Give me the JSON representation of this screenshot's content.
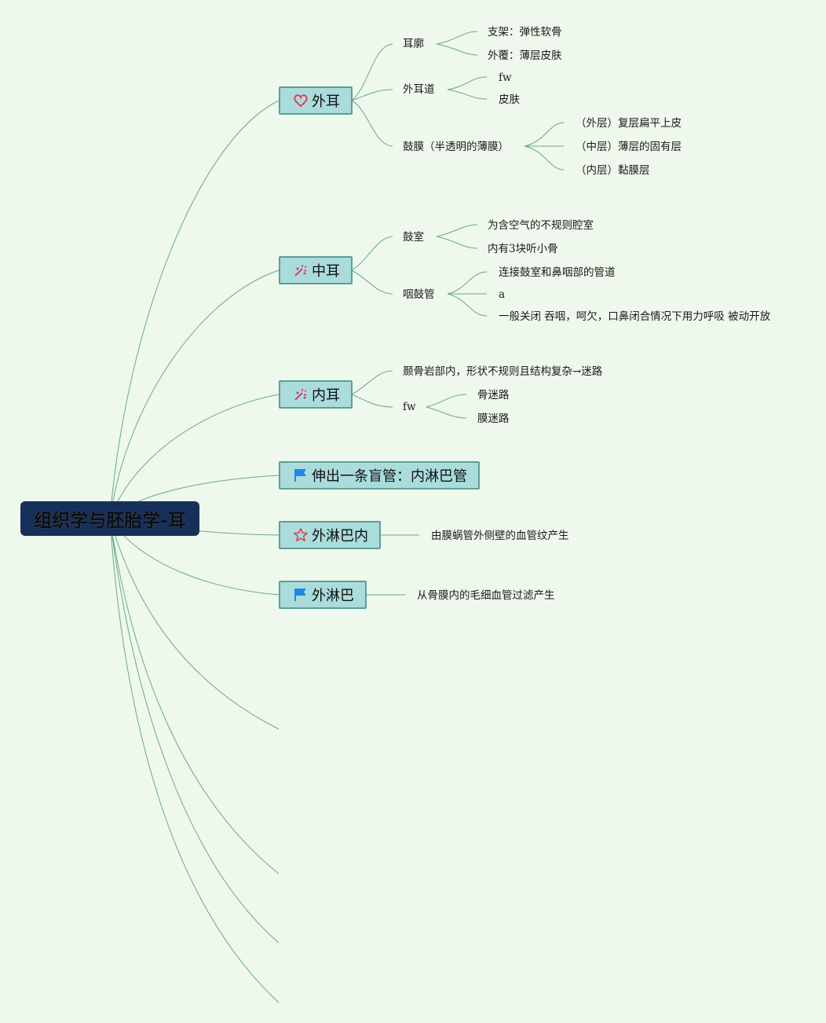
{
  "root": {
    "label": "组织学与胚胎学-耳"
  },
  "branches": [
    {
      "label": "外耳",
      "icon": "heart-icon",
      "children": [
        {
          "label": "耳廓",
          "children": [
            {
              "label": "支架：弹性软骨"
            },
            {
              "label": "外覆：薄层皮肤"
            }
          ]
        },
        {
          "label": "外耳道",
          "children": [
            {
              "label": "fw"
            },
            {
              "label": "皮肤"
            }
          ]
        },
        {
          "label": "鼓膜（半透明的薄膜）",
          "children": [
            {
              "label": "（外层）复层扁平上皮"
            },
            {
              "label": "（中层）薄层的固有层"
            },
            {
              "label": "（内层）黏膜层"
            }
          ]
        }
      ]
    },
    {
      "label": "中耳",
      "icon": "sparkle-icon",
      "children": [
        {
          "label": "鼓室",
          "children": [
            {
              "label": "为含空气的不规则腔室"
            },
            {
              "label": "内有3块听小骨"
            }
          ]
        },
        {
          "label": "咽鼓管",
          "children": [
            {
              "label": "连接鼓室和鼻咽部的管道"
            },
            {
              "label": "a"
            },
            {
              "label": "一般关闭 吞咽，呵欠，口鼻闭合情况下用力呼吸 被动开放"
            }
          ]
        }
      ]
    },
    {
      "label": "内耳",
      "icon": "sparkle-icon",
      "children": [
        {
          "label": "颞骨岩部内，形状不规则且结构复杂→迷路"
        },
        {
          "label": "fw",
          "children": [
            {
              "label": "骨迷路"
            },
            {
              "label": "膜迷路"
            }
          ]
        }
      ]
    },
    {
      "label": "伸出一条盲管：内淋巴管",
      "icon": "flag-icon"
    },
    {
      "label": "外淋巴内",
      "icon": "star-icon",
      "children": [
        {
          "label": "由膜蜗管外侧壁的血管纹产生"
        }
      ]
    },
    {
      "label": "外淋巴",
      "icon": "flag-icon",
      "children": [
        {
          "label": "从骨膜内的毛细血管过滤产生"
        }
      ]
    }
  ],
  "colors": {
    "background": "#eef8ec",
    "root_fill": "#17305a",
    "node_fill": "#a9dcdb",
    "node_border": "#5f9e94",
    "link": "#6aa98a",
    "heart_icon": "#e0394a",
    "sparkle_icon": "#d9305a",
    "flag_icon": "#1e88e5",
    "star_icon": "#e0394a"
  }
}
